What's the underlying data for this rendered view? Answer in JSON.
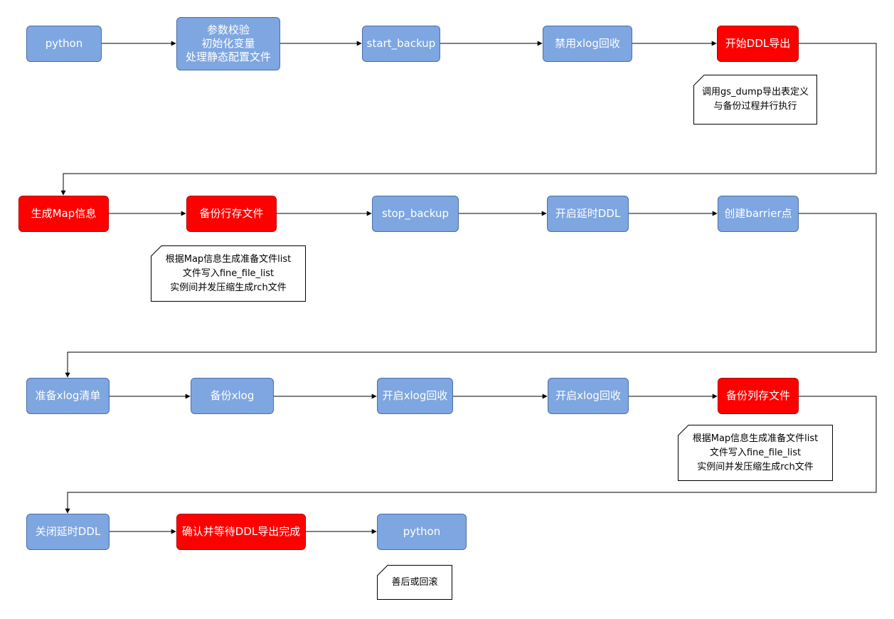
{
  "nodes": {
    "python_start": "python",
    "param_check": "参数校验\n初始化变量\n处理静态配置文件",
    "start_backup": "start_backup",
    "disable_xlog_recycle": "禁用xlog回收",
    "start_ddl_export": "开始DDL导出",
    "gen_map_info": "生成Map信息",
    "backup_row_files": "备份行存文件",
    "stop_backup": "stop_backup",
    "enable_delay_ddl": "开启延时DDL",
    "create_barrier": "创建barrier点",
    "prepare_xlog_list": "准备xlog清单",
    "backup_xlog": "备份xlog",
    "enable_xlog_recycle_1": "开启xlog回收",
    "enable_xlog_recycle_2": "开启xlog回收",
    "backup_column_files": "备份列存文件",
    "disable_delay_ddl": "关闭延时DDL",
    "confirm_wait_ddl": "确认并等待DDL导出完成",
    "python_end": "python"
  },
  "notes": {
    "ddl_note": "调用gs_dump导出表定义\n与备份过程并行执行",
    "row_note": "根据Map信息生成准备文件list\n文件写入fine_file_list\n实例间并发压缩生成rch文件",
    "column_note": "根据Map信息生成准备文件list\n文件写入fine_file_list\n实例间并发压缩生成rch文件",
    "cleanup_note": "善后或回滚"
  },
  "colors": {
    "step": "#7ea6e0",
    "highlight": "#ff0000",
    "connector": "#000000"
  }
}
